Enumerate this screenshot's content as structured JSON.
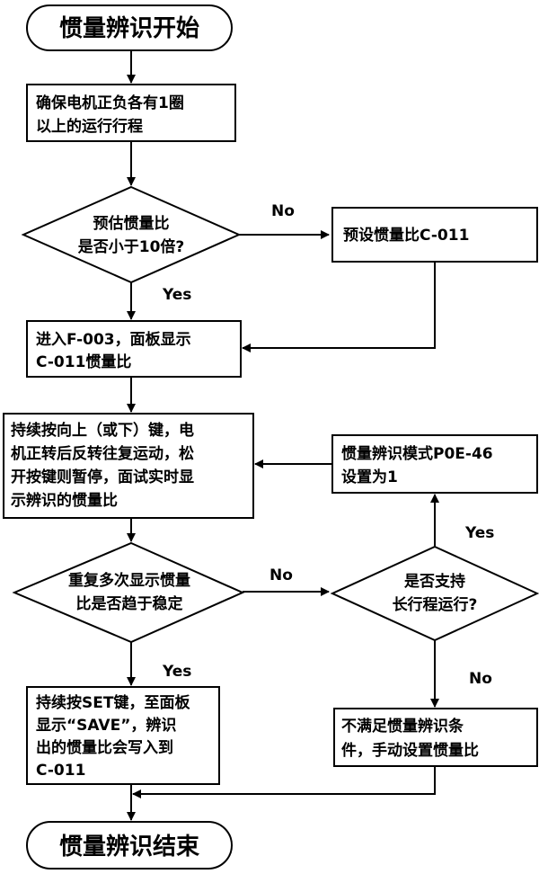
{
  "flowchart": {
    "start": "惯量辨识开始",
    "end": "惯量辨识结束",
    "ensure_travel": [
      "确保电机正负各有1圈",
      "以上的运行行程"
    ],
    "estimate_ratio": [
      "预估惯量比",
      "是否小于10倍?"
    ],
    "preset_ratio": "预设惯量比C-011",
    "enter_f003": [
      "进入F-003，面板显示",
      "C-011惯量比"
    ],
    "hold_key": [
      "持续按向上（或下）键，电",
      "机正转后反转往复运动，松",
      "开按键则暂停，面试实时显",
      "示辨识的惯量比"
    ],
    "repeat_stable": [
      "重复多次显示惯量",
      "比是否趋于稳定"
    ],
    "support_long": [
      "是否支持",
      "长行程运行?"
    ],
    "set_mode": [
      "惯量辨识模式P0E-46",
      "设置为1"
    ],
    "press_set": [
      "持续按SET键，至面板",
      "显示“SAVE”，辨识",
      "出的惯量比会写入到",
      "C-011"
    ],
    "manual_set": [
      "不满足惯量辨识条",
      "件，手动设置惯量比"
    ],
    "labels": {
      "estimate_no": "No",
      "estimate_yes": "Yes",
      "stable_no": "No",
      "stable_yes": "Yes",
      "support_yes": "Yes",
      "support_no": "No"
    }
  }
}
